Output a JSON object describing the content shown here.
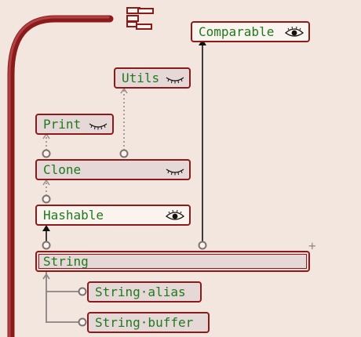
{
  "nodes": {
    "comparable": {
      "label": "Comparable",
      "icon": "eye-open-icon"
    },
    "utils": {
      "label": "Utils",
      "icon": "eye-closed-icon"
    },
    "print": {
      "label": "Print",
      "icon": "eye-closed-icon"
    },
    "clone": {
      "label": "Clone",
      "icon": "eye-closed-icon"
    },
    "hashable": {
      "label": "Hashable",
      "icon": "eye-open-icon"
    },
    "string": {
      "label": "String"
    },
    "string_alias": {
      "label": "String·alias"
    },
    "string_buffer": {
      "label": "String·buffer"
    }
  },
  "controls": {
    "plus": "+",
    "menu_icon": "stacked-boxes-icon"
  },
  "colors": {
    "border": "#8b1a1a",
    "text": "#1f7a1f",
    "node_fill": "#e6d8d6",
    "node_fill_hollow": "#fbf3ee",
    "background": "#f3e6df",
    "edge": "#111111",
    "dotted_edge": "#9a8a86"
  }
}
